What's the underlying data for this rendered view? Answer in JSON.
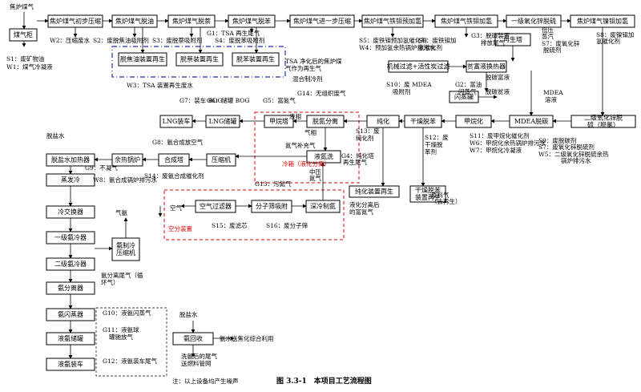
{
  "boxes": [
    {
      "id": "coal_gas_fill",
      "label": "煤气柜"
    },
    {
      "id": "prelim_compress",
      "label": "焦炉煤气初步压缩"
    },
    {
      "id": "detar",
      "label": "焦炉煤气脱油"
    },
    {
      "id": "denaph",
      "label": "焦炉煤气脱萘"
    },
    {
      "id": "debenz",
      "label": "焦炉煤气脱苯"
    },
    {
      "id": "further_compress",
      "label": "焦炉煤气进一步压缩"
    },
    {
      "id": "iron_mo_prehyd",
      "label": "焦炉煤气铁钼预加氢"
    },
    {
      "id": "iron_mo_hyd",
      "label": "焦炉煤气铁钼加氢"
    },
    {
      "id": "zno_desulf1",
      "label": "一级氧化锌脱硫"
    },
    {
      "id": "ni_mo_hyd",
      "label": "焦炉煤气镍钼加氢"
    },
    {
      "id": "detar_regen",
      "label": "脱焦油装置再生"
    },
    {
      "id": "denaph_regen",
      "label": "脱萘装置再生"
    },
    {
      "id": "debenz_regen",
      "label": "脱苯装置再生"
    },
    {
      "id": "regen_tower",
      "label": "再生塔"
    },
    {
      "id": "mech_filter",
      "label": "机械过滤+活性炭过滤"
    },
    {
      "id": "lean_rich_hx",
      "label": "贫富液换热器"
    },
    {
      "id": "flash_tank",
      "label": "闪蒸罐"
    },
    {
      "id": "lng_car",
      "label": "LNG装车"
    },
    {
      "id": "lng_store",
      "label": "LNG储罐"
    },
    {
      "id": "methane_tower",
      "label": "甲烷塔"
    },
    {
      "id": "n2_separation",
      "label": "脱氮分离"
    },
    {
      "id": "purify",
      "label": "纯化"
    },
    {
      "id": "dry_decarb",
      "label": "干燥脱苯"
    },
    {
      "id": "methanation",
      "label": "甲烷化"
    },
    {
      "id": "mdea_decarb",
      "label": "MDEA脱碳"
    },
    {
      "id": "zno_desulf2",
      "label": "二级氧化锌脱硫（脱氯）"
    },
    {
      "id": "liq_cold_box",
      "label": "液氮洗"
    },
    {
      "id": "compressor",
      "label": "压缩机"
    },
    {
      "id": "synth_tower",
      "label": "合成塔"
    },
    {
      "id": "waste_boiler",
      "label": "余热锅炉"
    },
    {
      "id": "amm_heater",
      "label": "脱盐水加热器"
    },
    {
      "id": "evap_cool",
      "label": "蒸发冷"
    },
    {
      "id": "cold_exch",
      "label": "冷交换器"
    },
    {
      "id": "amm_cool1",
      "label": "一级氨冷器"
    },
    {
      "id": "amm_cool2",
      "label": "二级氨冷器"
    },
    {
      "id": "amm_separator",
      "label": "氨分离器"
    },
    {
      "id": "amm_refrig",
      "label": "氨制冷压缩机"
    },
    {
      "id": "purif_regen",
      "label": "纯化装置再生"
    },
    {
      "id": "dry_regen",
      "label": "干燥脱苯装置再生"
    },
    {
      "id": "air_filter",
      "label": "空气过滤器"
    },
    {
      "id": "mol_sieve",
      "label": "分子筛吸附"
    },
    {
      "id": "deep_cold",
      "label": "深冷制氮"
    },
    {
      "id": "amm_flash",
      "label": "氨闪蒸器"
    },
    {
      "id": "liquid_amm_store",
      "label": "液氨储罐"
    },
    {
      "id": "liquid_amm_car",
      "label": "液氨装车"
    },
    {
      "id": "amm_recovery",
      "label": "氨回收"
    }
  ],
  "labels": [
    {
      "text": "焦炉煤气"
    },
    {
      "text": "S1：废矿物油"
    },
    {
      "text": "W1：煤气冷凝液"
    },
    {
      "text": "W2：压缩废水"
    },
    {
      "text": "S2：废脱焦油吸附剂"
    },
    {
      "text": "S3：废脱萘吸附剂"
    },
    {
      "text": "G1：TSA 再生尾气"
    },
    {
      "text": "S4：废脱苯吸附剂"
    },
    {
      "text": "S5：废铁钼预加氢催化剂"
    },
    {
      "text": "W4：预加氢余热锅炉排污水"
    },
    {
      "text": "S6：废铁钼加"
    },
    {
      "text": "氢催化剂"
    },
    {
      "text": "G3：脱碳装置"
    },
    {
      "text": "排放尾气"
    },
    {
      "text": "低压"
    },
    {
      "text": "蒸汽"
    },
    {
      "text": "S7：废氧化锌"
    },
    {
      "text": "脱硫剂"
    },
    {
      "text": "S8：废镍钼加"
    },
    {
      "text": "氢催化剂"
    },
    {
      "text": "TSA 净化后的焦炉煤"
    },
    {
      "text": "气作为再生气"
    },
    {
      "text": "W3：TSA 装置再生废水"
    },
    {
      "text": "混合制冷剂"
    },
    {
      "text": "S10：废 MDEA"
    },
    {
      "text": "吸附剂"
    },
    {
      "text": "G7：装车 BOG"
    },
    {
      "text": "G6：储罐 BOG"
    },
    {
      "text": "G5：富氮气"
    },
    {
      "text": "G14：无组织废气"
    },
    {
      "text": "G2：富油"
    },
    {
      "text": "闪蒸气"
    },
    {
      "text": "脱碳富液"
    },
    {
      "text": "脱碳贫液"
    },
    {
      "text": "MDEA"
    },
    {
      "text": "溶液"
    },
    {
      "text": "液相"
    },
    {
      "text": "气相"
    },
    {
      "text": "氮气补充气"
    },
    {
      "text": "冷箱（液化分离）"
    },
    {
      "text": "S13：废"
    },
    {
      "text": "纯化剂"
    },
    {
      "text": "S12：废"
    },
    {
      "text": "干燥脱"
    },
    {
      "text": "苯剂"
    },
    {
      "text": "S11：废甲烷化催化剂"
    },
    {
      "text": "W6：甲烷化余热锅炉排污水"
    },
    {
      "text": "W7：甲烷化冷凝液"
    },
    {
      "text": "S9：废脱碳剂"
    },
    {
      "text": "S7：废氧化锌脱硫剂"
    },
    {
      "text": "W5：二级氧化锌脱硫余热"
    },
    {
      "text": "锅炉排污水"
    },
    {
      "text": "脱盐水"
    },
    {
      "text": "G8：氨合成放空气"
    },
    {
      "text": "S14：废氨合成催化剂"
    },
    {
      "text": "G9：不凝气"
    },
    {
      "text": "W8：氨合成锅炉排污水"
    },
    {
      "text": "G13：污氮气"
    },
    {
      "text": "G4：纯化塔"
    },
    {
      "text": "再生尾气"
    },
    {
      "text": "中压"
    },
    {
      "text": "氮气"
    },
    {
      "text": "液化分离后"
    },
    {
      "text": "的富氮气"
    },
    {
      "text": "原料气"
    },
    {
      "text": "（去再生）"
    },
    {
      "text": "空气"
    },
    {
      "text": "空分装置"
    },
    {
      "text": "S15：废滤芯"
    },
    {
      "text": "S16：废分子筛"
    },
    {
      "text": "气氨"
    },
    {
      "text": "氨分离尾气（循"
    },
    {
      "text": "环气）"
    },
    {
      "text": "G10：液氨闪蒸气"
    },
    {
      "text": "G11：液氨球"
    },
    {
      "text": "罐驰放气"
    },
    {
      "text": "G12：液氨装车尾气"
    },
    {
      "text": "脱盐水"
    },
    {
      "text": "氨水送焦化综合利用"
    },
    {
      "text": "洗氨后的尾气"
    },
    {
      "text": "送燃料管网"
    },
    {
      "text": "注：以上设备均产生噪声"
    },
    {
      "text": "图 3.3-1　本项目工艺流程图"
    }
  ]
}
